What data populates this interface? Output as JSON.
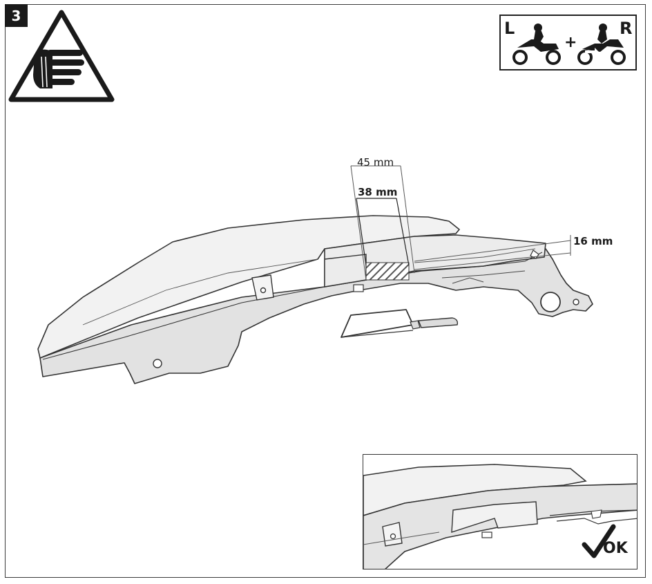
{
  "step": {
    "number": "3"
  },
  "side_indicator": {
    "left_label": "L",
    "plus_label": "+",
    "right_label": "R"
  },
  "dimensions": {
    "outer_cut_width": "45 mm",
    "inner_cut_width": "38 mm",
    "cut_height": "16 mm"
  },
  "inset": {
    "ok_label": "OK"
  },
  "icons": [
    "hand-warning-icon",
    "motorcycle-rider-icon",
    "hacksaw-icon",
    "checkmark-icon"
  ]
}
